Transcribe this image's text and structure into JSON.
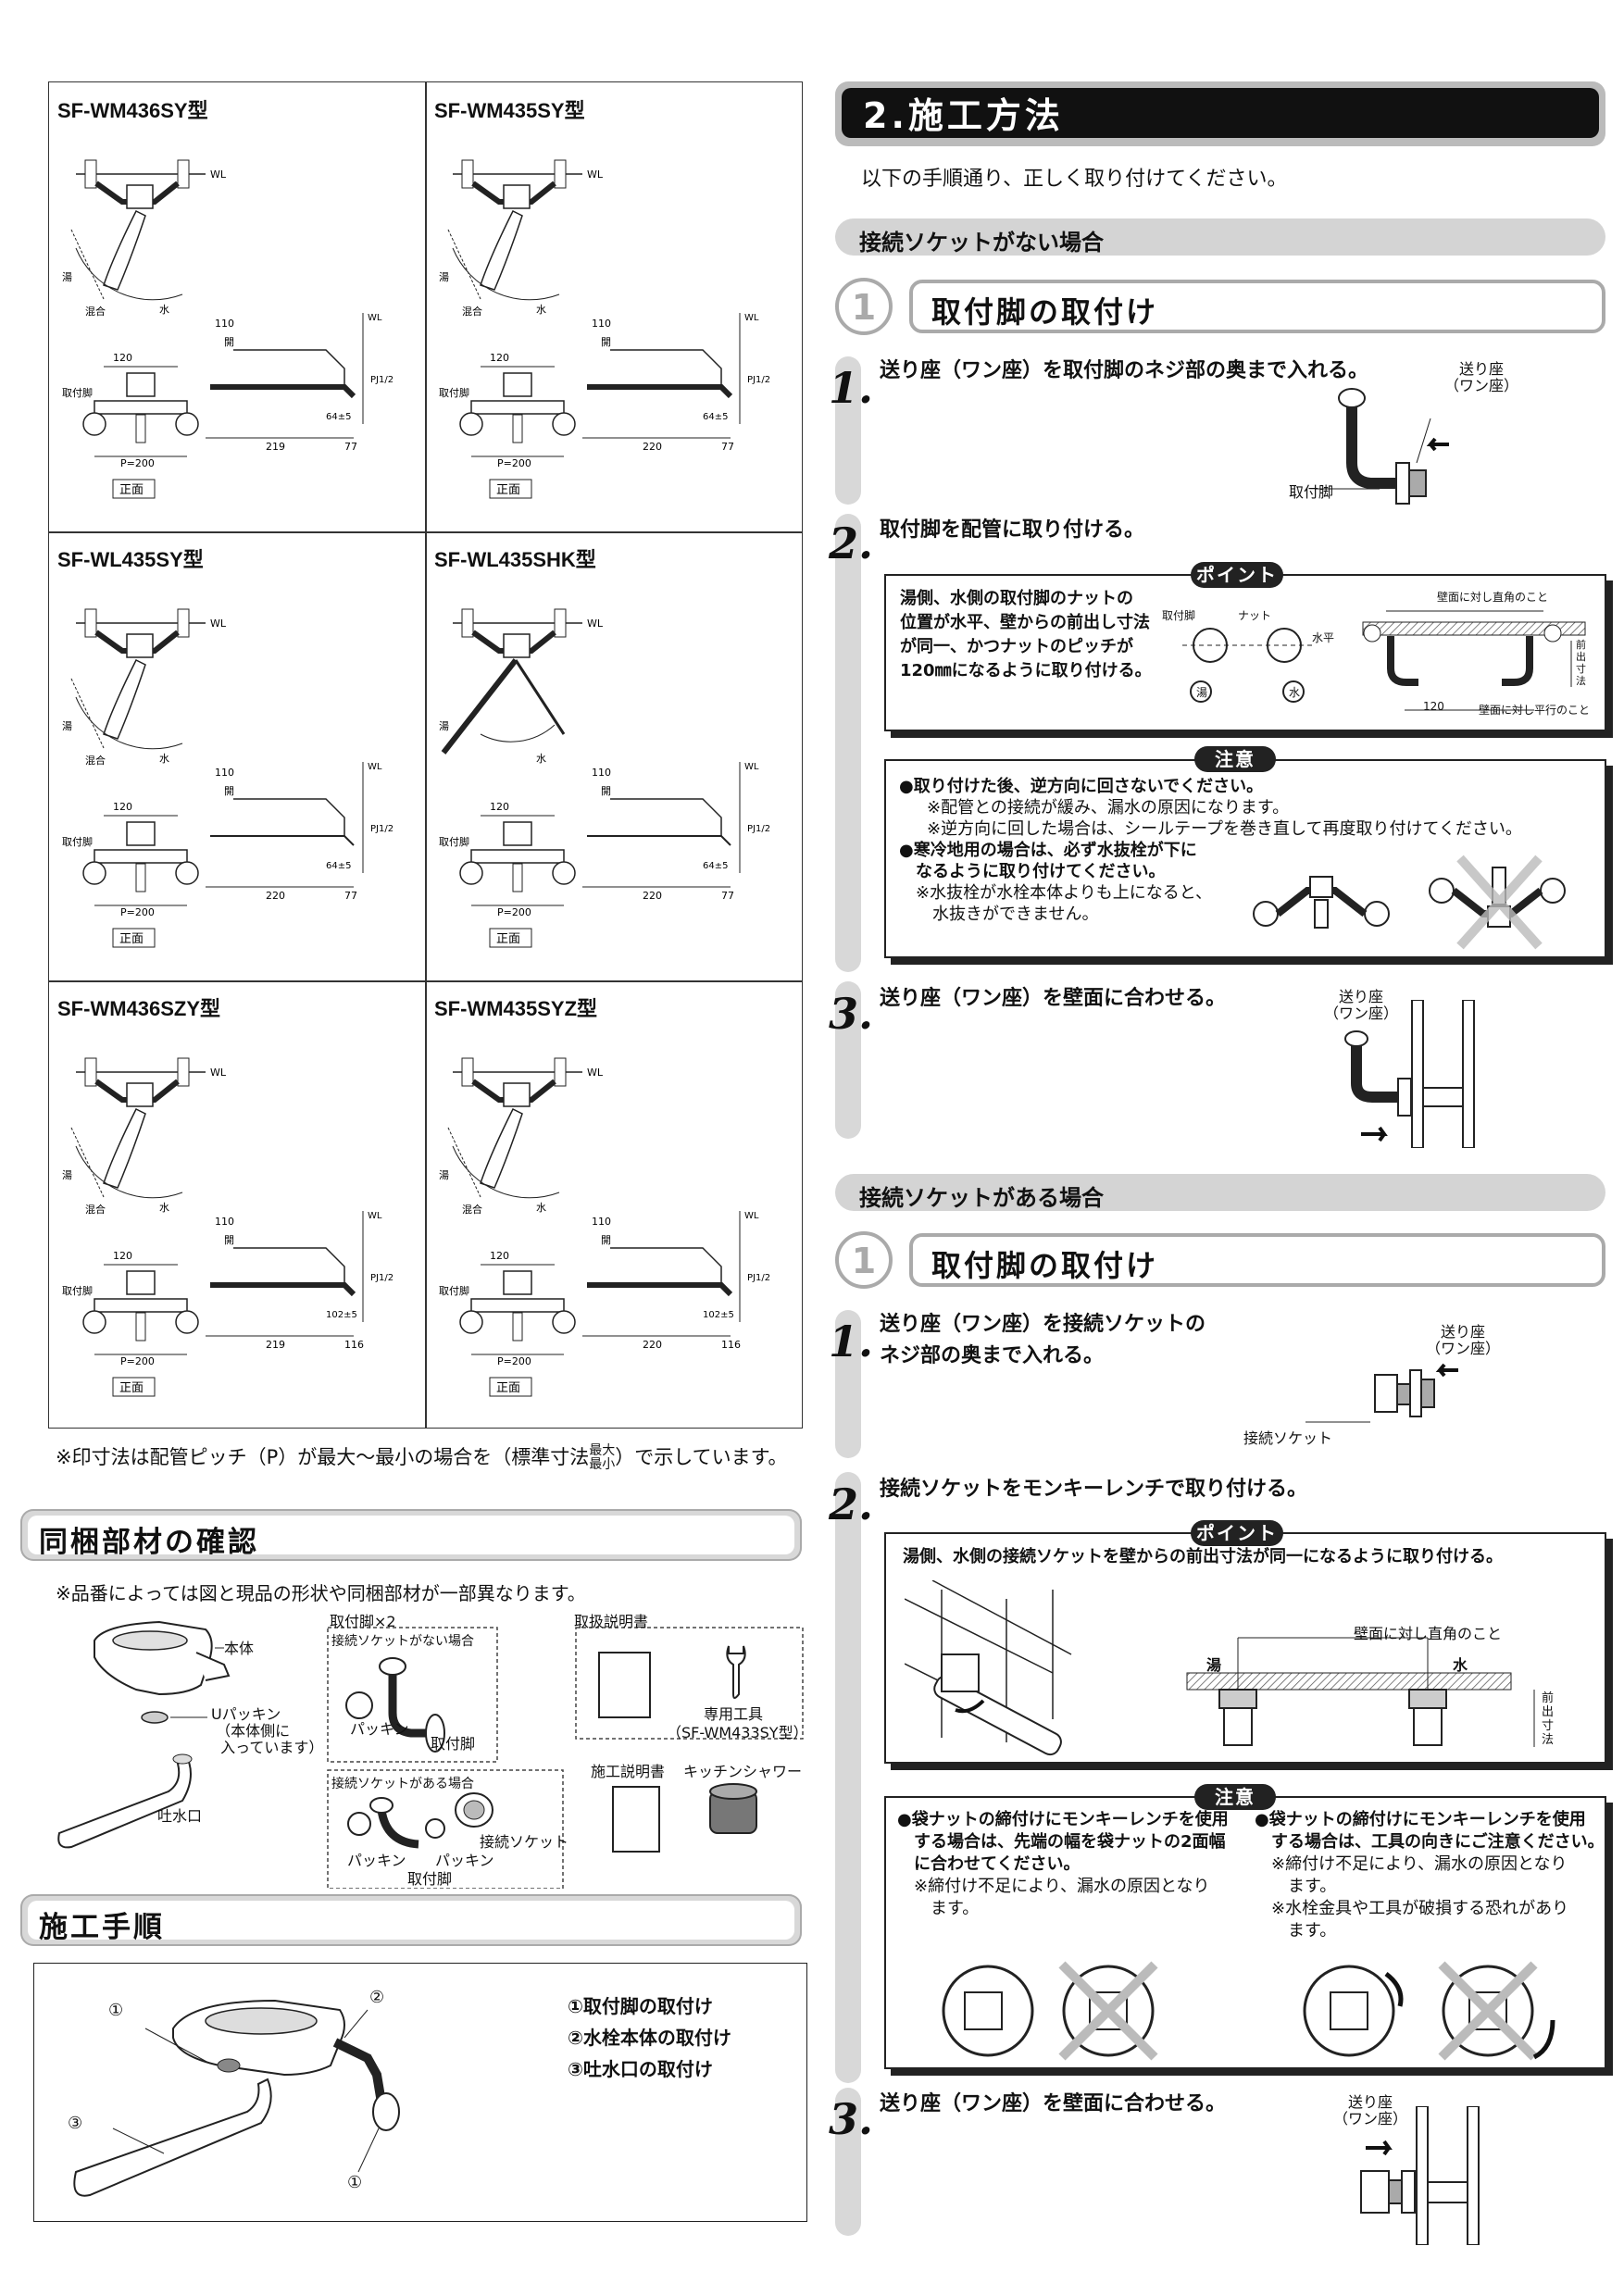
{
  "models": [
    {
      "name": "SF-WM436SY型",
      "front": "正面",
      "p": "P=200",
      "d1": "219",
      "d2": "77"
    },
    {
      "name": "SF-WM435SY型",
      "front": "正面",
      "p": "P=200",
      "d1": "220",
      "d2": "77"
    },
    {
      "name": "SF-WL435SY型",
      "front": "正面",
      "p": "P=200",
      "d1": "220",
      "d2": "77"
    },
    {
      "name": "SF-WL435SHK型",
      "front": "正面",
      "p": "P=200",
      "d1": "220",
      "d2": "77"
    },
    {
      "name": "SF-WM436SZY型",
      "front": "正面",
      "p": "P=200",
      "d1": "219",
      "d2": "116"
    },
    {
      "name": "SF-WM435SYZ型",
      "front": "正面",
      "p": "P=200",
      "d1": "220",
      "d2": "116"
    }
  ],
  "drawing_labels": {
    "hot": "湯",
    "cold": "水",
    "mix": "混合",
    "wl": "WL",
    "pj": "PJ1/2",
    "open": "開",
    "leg": "取付脚",
    "dim120": "120",
    "dim110": "110",
    "dim64": "64±5",
    "dim102": "102±5"
  },
  "dimension_note": {
    "prefix": "※印寸法は配管ピッチ（P）が最大～最小の場合を（標準寸法",
    "max": "最大",
    "min": "最小",
    "suffix": "）で示しています。"
  },
  "contents_section": {
    "title": "同梱部材の確認",
    "note": "※品番によっては図と現品の形状や同梱部材が一部異なります。",
    "body": "本体",
    "u_packing": "Uパッキン",
    "u_packing_sub1": "（本体側に",
    "u_packing_sub2": "入っています）",
    "spout": "吐水口",
    "legs_title": "取付脚×2",
    "no_socket": "接続ソケットがない場合",
    "with_socket": "接続ソケットがある場合",
    "packing": "パッキン",
    "leg": "取付脚",
    "socket": "接続ソケット",
    "manual": "取扱説明書",
    "tool": "専用工具",
    "tool_model": "（SF-WM433SY型）",
    "install_manual": "施工説明書",
    "shower": "キッチンシャワー"
  },
  "procedure_section": {
    "title": "施工手順",
    "items": [
      "①取付脚の取付け",
      "②水栓本体の取付け",
      "③吐水口の取付け"
    ],
    "callouts": [
      "①",
      "②",
      "③",
      "①"
    ]
  },
  "main": {
    "title": "2.施工方法",
    "intro": "以下の手順通り、正しく取り付けてください。",
    "case1": {
      "title": "接続ソケットがない場合",
      "step_no": "1",
      "step_title": "取付脚の取付け",
      "s1": {
        "num": "1.",
        "text": "送り座（ワン座）を取付脚のネジ部の奥まで入れる。",
        "lbl1": "送り座",
        "lbl2": "（ワン座）",
        "lbl3": "取付脚"
      },
      "s2": {
        "num": "2.",
        "text": "取付脚を配管に取り付ける。",
        "point_tag": "ポイント",
        "point_lines": [
          "湯側、水側の取付脚のナットの",
          "位置が水平、壁からの前出し寸法",
          "が同一、かつナットのピッチが",
          "120㎜になるように取り付ける。"
        ],
        "lbl_leg": "取付脚",
        "lbl_nut": "ナット",
        "lbl_level": "水平",
        "lbl_hot": "湯",
        "lbl_cold": "水",
        "lbl_perp": "壁面に対し直角のこと",
        "lbl_par": "壁面に対し平行のこと",
        "lbl_front": "前出寸法",
        "lbl_120": "120",
        "caution_tag": "注意",
        "caution_lines": [
          "●取り付けた後、逆方向に回さないでください。",
          "※配管との接続が緩み、漏水の原因になります。",
          "※逆方向に回した場合は、シールテープを巻き直して再度取り付けてください。",
          "●寒冷地用の場合は、必ず水抜栓が下に",
          "なるように取り付けてください。",
          "※水抜栓が水栓本体よりも上になると、",
          "水抜きができません。"
        ]
      },
      "s3": {
        "num": "3.",
        "text": "送り座（ワン座）を壁面に合わせる。",
        "lbl1": "送り座",
        "lbl2": "（ワン座）"
      }
    },
    "case2": {
      "title": "接続ソケットがある場合",
      "step_no": "1",
      "step_title": "取付脚の取付け",
      "s1": {
        "num": "1.",
        "text1": "送り座（ワン座）を接続ソケットの",
        "text2": "ネジ部の奥まで入れる。",
        "lbl1": "送り座",
        "lbl2": "（ワン座）",
        "lbl3": "接続ソケット"
      },
      "s2": {
        "num": "2.",
        "text": "接続ソケットをモンキーレンチで取り付ける。",
        "point_tag": "ポイント",
        "point_line": "湯側、水側の接続ソケットを壁からの前出寸法が同一になるように取り付ける。",
        "lbl_perp": "壁面に対し直角のこと",
        "lbl_hot": "湯",
        "lbl_cold": "水",
        "lbl_front": "前出寸法",
        "caution_tag": "注意",
        "caution_left": [
          "●袋ナットの締付けにモンキーレンチを使用",
          "する場合は、先端の幅を袋ナットの2面幅",
          "に合わせてください。",
          "※締付け不足により、漏水の原因となり",
          "ます。"
        ],
        "caution_right": [
          "●袋ナットの締付けにモンキーレンチを使用",
          "する場合は、工具の向きにご注意ください。",
          "※締付け不足により、漏水の原因となり",
          "ます。",
          "※水栓金具や工具が破損する恐れがあり",
          "ます。"
        ]
      },
      "s3": {
        "num": "3.",
        "text": "送り座（ワン座）を壁面に合わせる。",
        "lbl1": "送り座",
        "lbl2": "（ワン座）"
      }
    }
  }
}
